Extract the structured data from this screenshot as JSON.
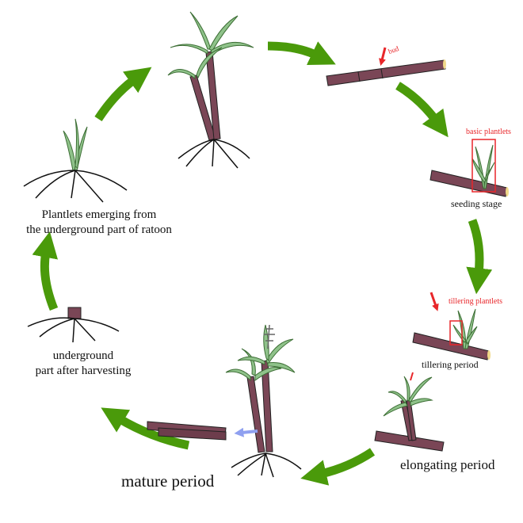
{
  "colors": {
    "arrow": "#4a9a0a",
    "stalk": "#7a4656",
    "leaf": "#8fc28a",
    "annotation": "#e8262a",
    "harvest_arrow": "#8fa0f0"
  },
  "labels": {
    "bud": "bud",
    "basic_plantlets": "basic plantlets",
    "seeding_stage": "seeding stage",
    "tillering_plantlets": "tillering plantlets",
    "tillering_period": "tillering period",
    "elongating_period": "elongating period",
    "mature_period": "mature period",
    "underground_line1": "underground",
    "underground_line2": "part after harvesting",
    "plantlets_line1": "Plantlets emerging from",
    "plantlets_line2": "the underground part of ratoon"
  }
}
